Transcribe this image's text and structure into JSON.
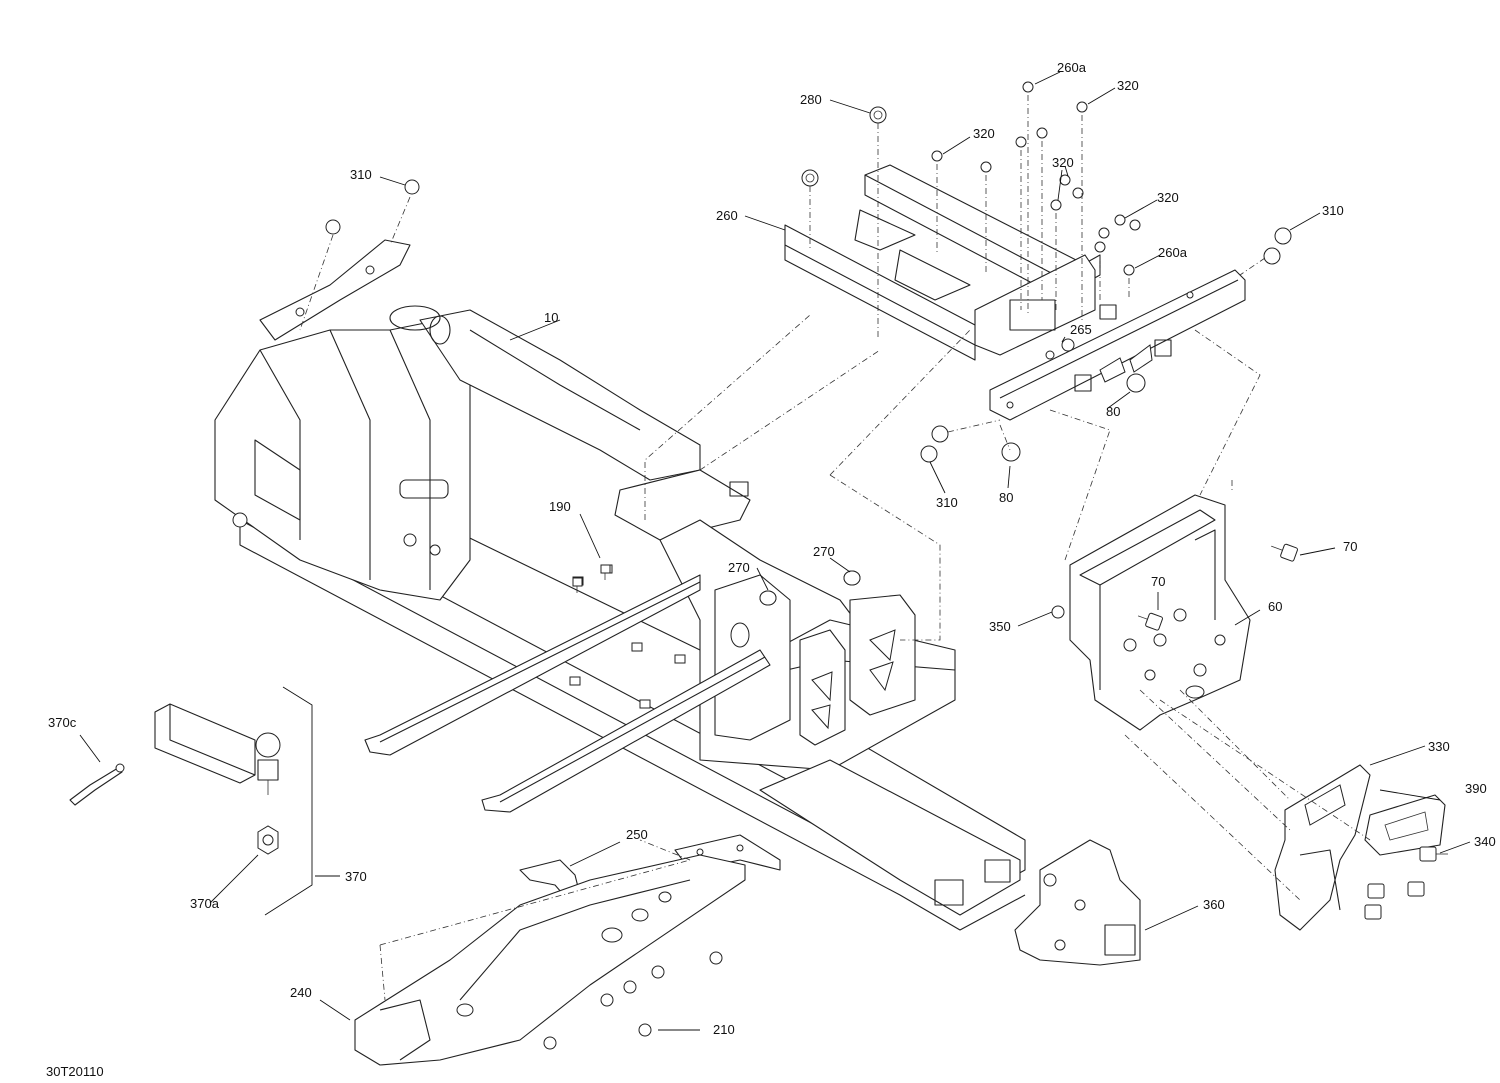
{
  "diagram_id": "30T20110",
  "callouts": {
    "c10": "10",
    "c60": "60",
    "c70a": "70",
    "c70b": "70",
    "c80a": "80",
    "c80b": "80",
    "c190": "190",
    "c210": "210",
    "c240": "240",
    "c250": "250",
    "c260": "260",
    "c260a_top": "260a",
    "c260a_right": "260a",
    "c265": "265",
    "c270a": "270",
    "c270b": "270",
    "c280": "280",
    "c310_left": "310",
    "c310_right": "310",
    "c310_bottom": "310",
    "c320a": "320",
    "c320b": "320",
    "c320c": "320",
    "c320d": "320",
    "c330": "330",
    "c340": "340",
    "c350": "350",
    "c360": "360",
    "c370": "370",
    "c370a": "370a",
    "c370c": "370c",
    "c390": "390"
  }
}
